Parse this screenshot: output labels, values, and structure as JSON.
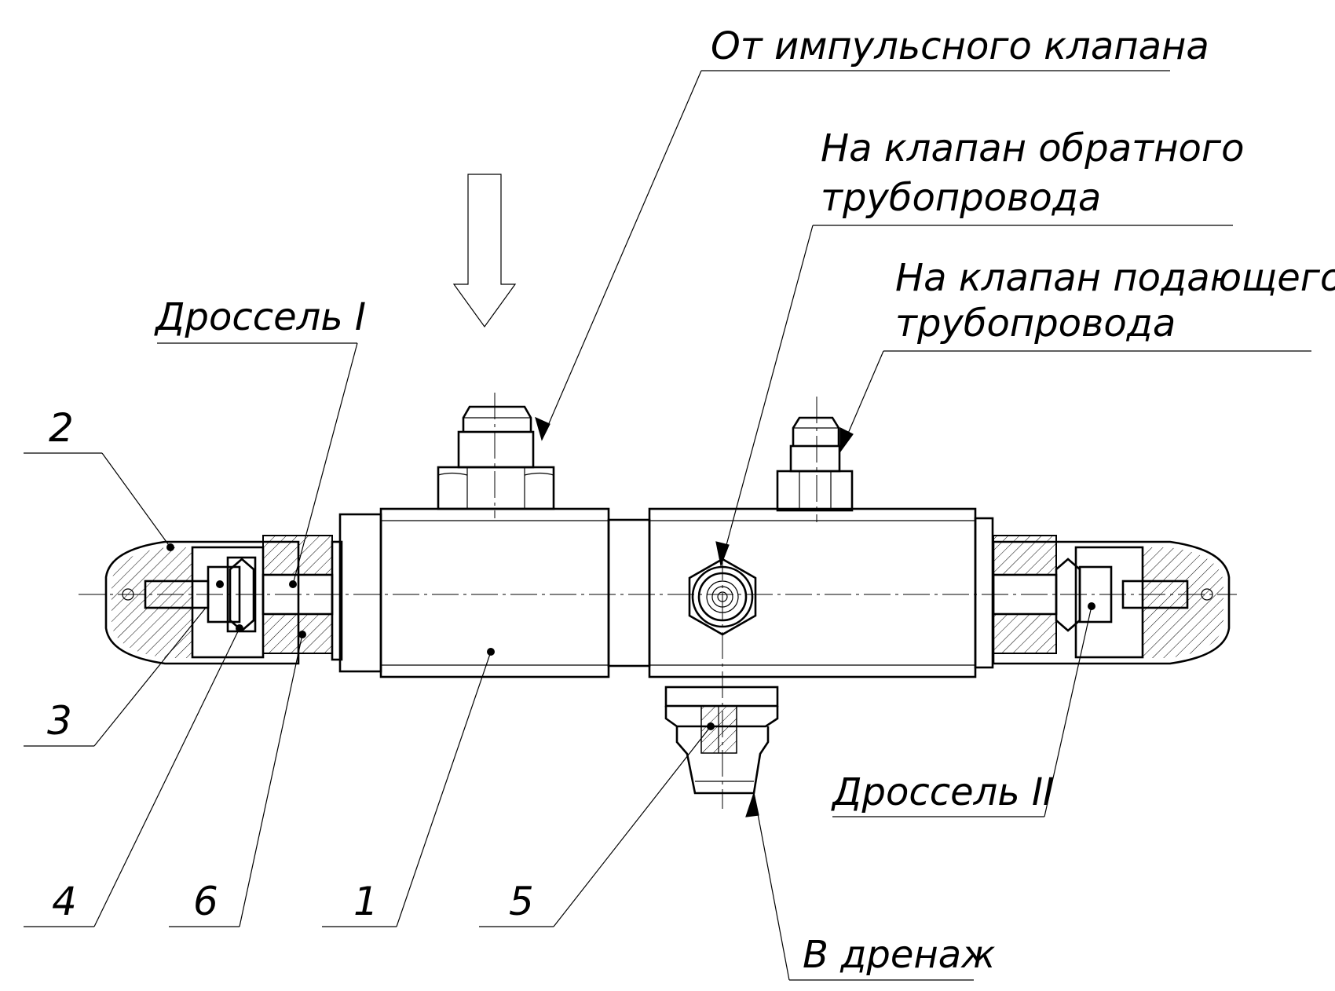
{
  "labels": {
    "impulse_valve": "От импульсного клапана",
    "return_valve_line1": "На клапан обратного",
    "return_valve_line2": "трубопровода",
    "supply_valve_line1": "На клапан подающего",
    "supply_valve_line2": "трубопровода",
    "throttle_1": "Дроссель I",
    "throttle_2": "Дроссель II",
    "drain": "В дренаж"
  },
  "part_numbers": {
    "p1": "1",
    "p2": "2",
    "p3": "3",
    "p4": "4",
    "p5": "5",
    "p6": "6"
  }
}
